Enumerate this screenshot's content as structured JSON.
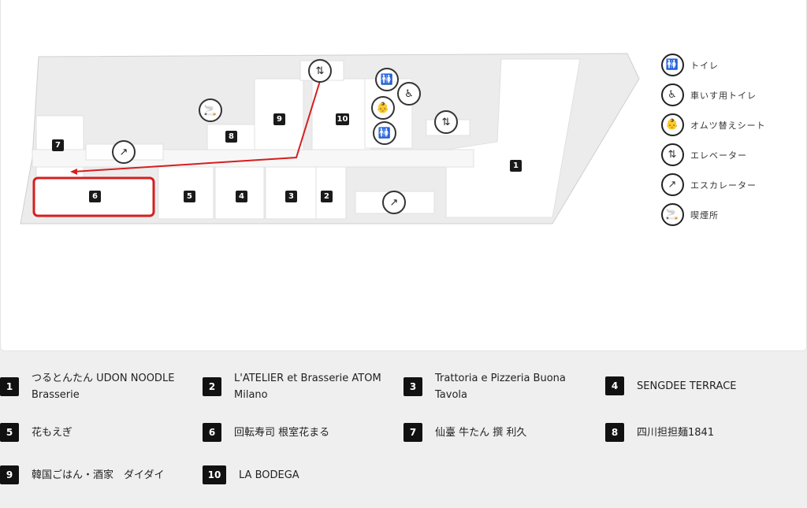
{
  "map": {
    "store_pins": [
      "1",
      "2",
      "3",
      "4",
      "5",
      "6",
      "7",
      "8",
      "9",
      "10"
    ],
    "highlighted_store": "6",
    "highlight_color": "#d61f1f"
  },
  "legend": [
    {
      "icon": "restroom-icon",
      "glyph": "🚻",
      "label": "トイレ"
    },
    {
      "icon": "wheelchair-icon",
      "glyph": "♿",
      "label": "車いす用トイレ"
    },
    {
      "icon": "baby-changing-icon",
      "glyph": "👶",
      "label": "オムツ替えシート"
    },
    {
      "icon": "elevator-icon",
      "glyph": "⇅",
      "label": "エレベーター"
    },
    {
      "icon": "escalator-icon",
      "glyph": "↗",
      "label": "エスカレーター"
    },
    {
      "icon": "smoking-area-icon",
      "glyph": "🚬",
      "label": "喫煙所"
    }
  ],
  "stores": [
    {
      "num": "1",
      "name": "つるとんたん UDON NOODLE Brasserie"
    },
    {
      "num": "2",
      "name": "L'ATELIER et Brasserie ATOM Milano"
    },
    {
      "num": "3",
      "name": "Trattoria e Pizzeria Buona Tavola"
    },
    {
      "num": "4",
      "name": "SENGDEE TERRACE"
    },
    {
      "num": "5",
      "name": "花もえぎ"
    },
    {
      "num": "6",
      "name": "回転寿司 根室花まる"
    },
    {
      "num": "7",
      "name": "仙臺 牛たん 撰 利久"
    },
    {
      "num": "8",
      "name": "四川担担麺1841"
    },
    {
      "num": "9",
      "name": "韓国ごはん・酒家　ダイダイ"
    },
    {
      "num": "10",
      "name": "LA BODEGA"
    }
  ]
}
